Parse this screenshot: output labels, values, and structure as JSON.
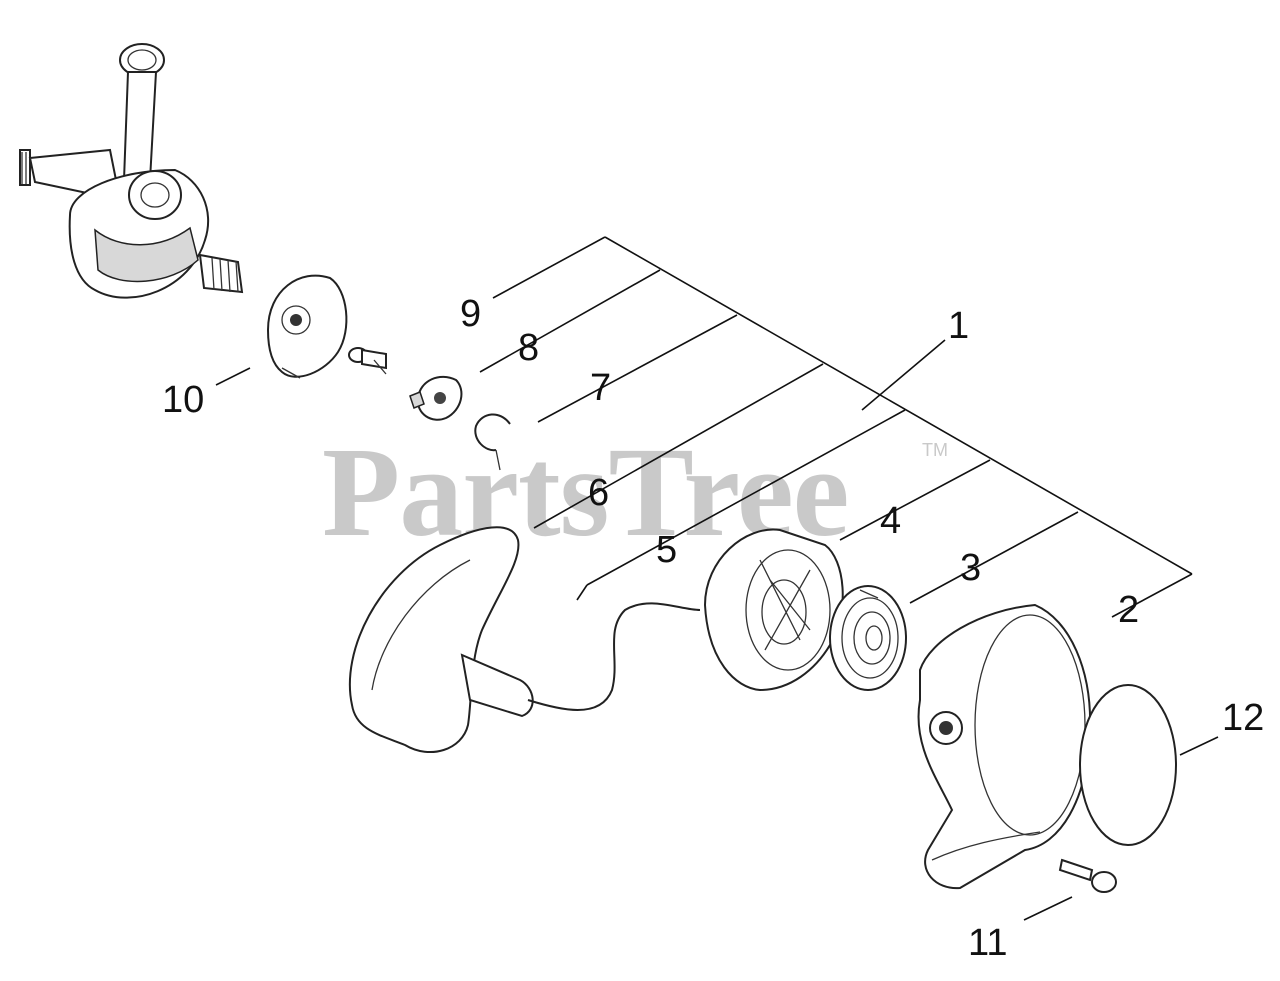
{
  "watermark": {
    "brand": "PartsTree",
    "tm": "TM"
  },
  "callouts": {
    "c1": "1",
    "c2": "2",
    "c3": "3",
    "c4": "4",
    "c5": "5",
    "c6": "6",
    "c7": "7",
    "c8": "8",
    "c9": "9",
    "c10": "10",
    "c11": "11",
    "c12": "12"
  },
  "parts": {
    "crankshaft": "crankshaft-icon",
    "flywheel_plate": "flywheel-plate-icon",
    "pin": "pin-icon",
    "ratchet": "ratchet-icon",
    "clip": "clip-icon",
    "handle": "starter-handle-icon",
    "reel": "reel-icon",
    "spring": "spring-icon",
    "housing": "starter-housing-icon",
    "gasket": "gasket-icon",
    "bolt": "bolt-icon"
  }
}
